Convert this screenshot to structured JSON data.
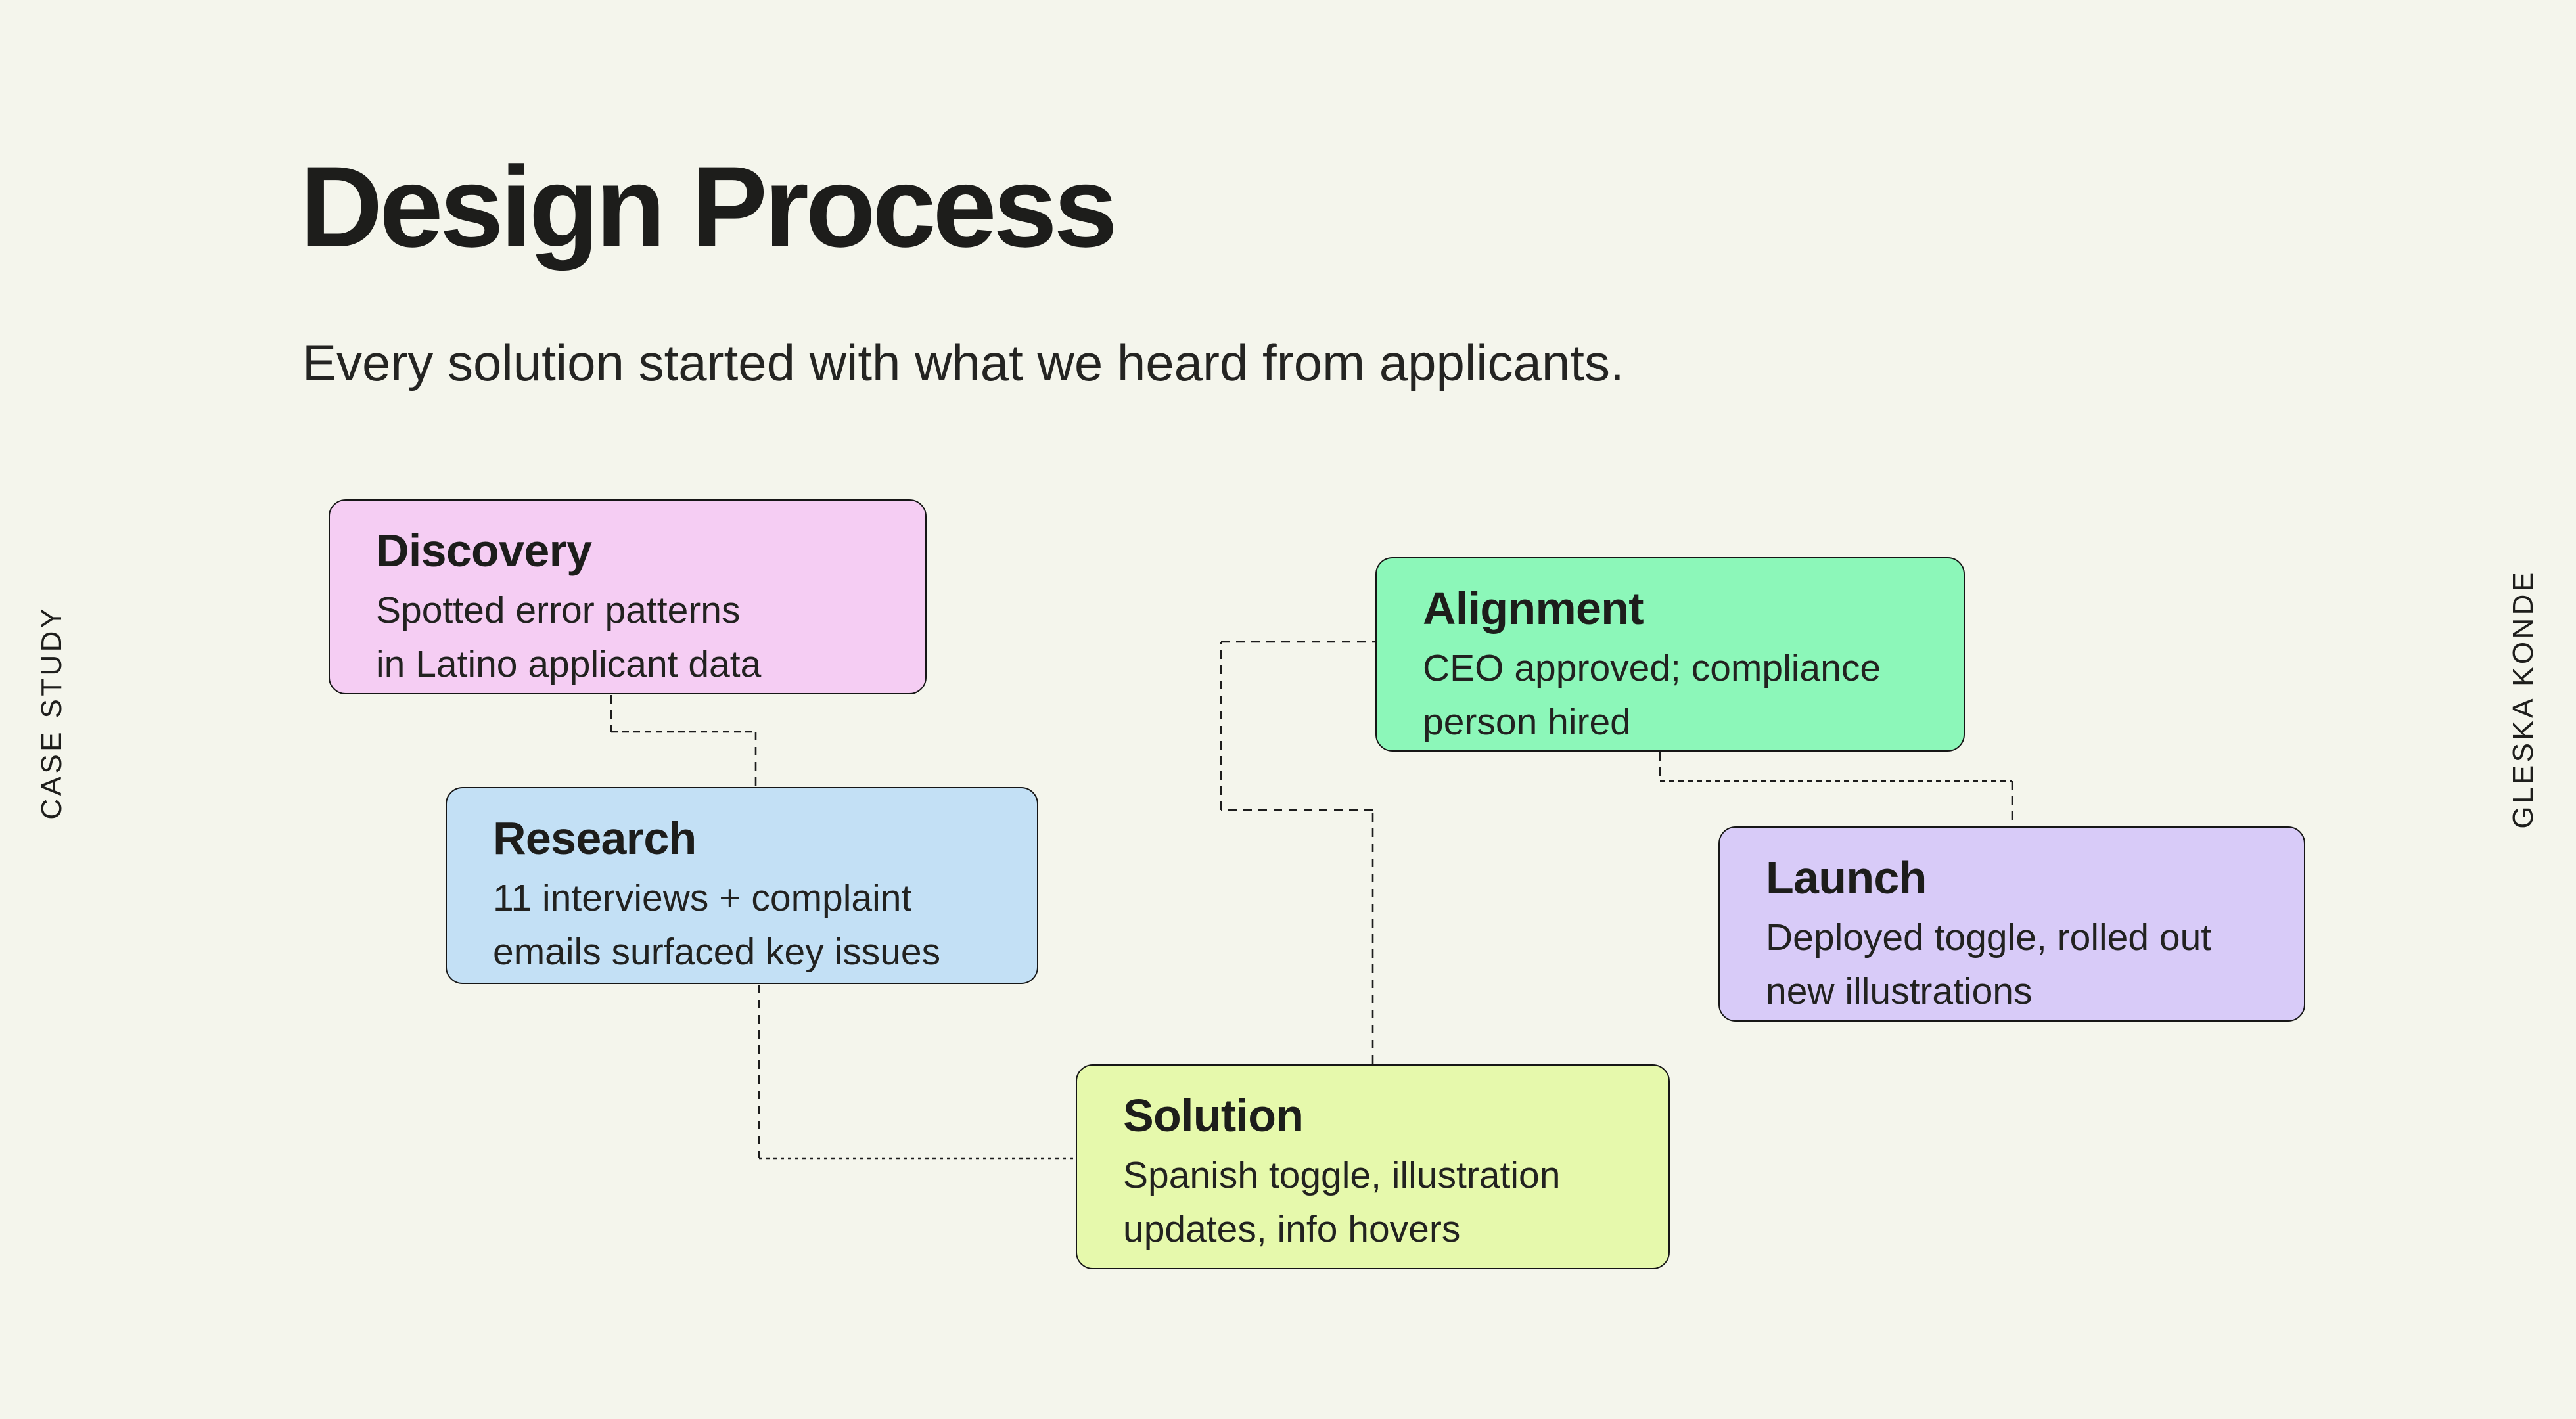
{
  "slide": {
    "title": "Design Process",
    "subtitle": "Every solution started with what we heard from applicants.",
    "side_label_left": "CASE STUDY",
    "side_label_right": "GLESKA KONDE"
  },
  "colors": {
    "background": "#F4F5EC",
    "ink": "#1D1D1B",
    "connector": "#1C1C1C",
    "card_border": "#161616"
  },
  "steps": [
    {
      "title": "Discovery",
      "body": [
        "Spotted error patterns",
        "in Latino applicant data"
      ],
      "color": "#F5CDF3"
    },
    {
      "title": "Research",
      "body": [
        "11 interviews + complaint",
        "emails surfaced key issues"
      ],
      "color": "#C3E0F5"
    },
    {
      "title": "Alignment",
      "body": [
        "CEO approved; compliance",
        "person hired"
      ],
      "color": "#8CF7B9"
    },
    {
      "title": "Launch",
      "body": [
        "Deployed toggle, rolled out",
        "new illustrations"
      ],
      "color": "#D8CBF8"
    },
    {
      "title": "Solution",
      "body": [
        "Spanish toggle, illustration",
        "updates, info hovers"
      ],
      "color": "#E6F9AC"
    }
  ]
}
